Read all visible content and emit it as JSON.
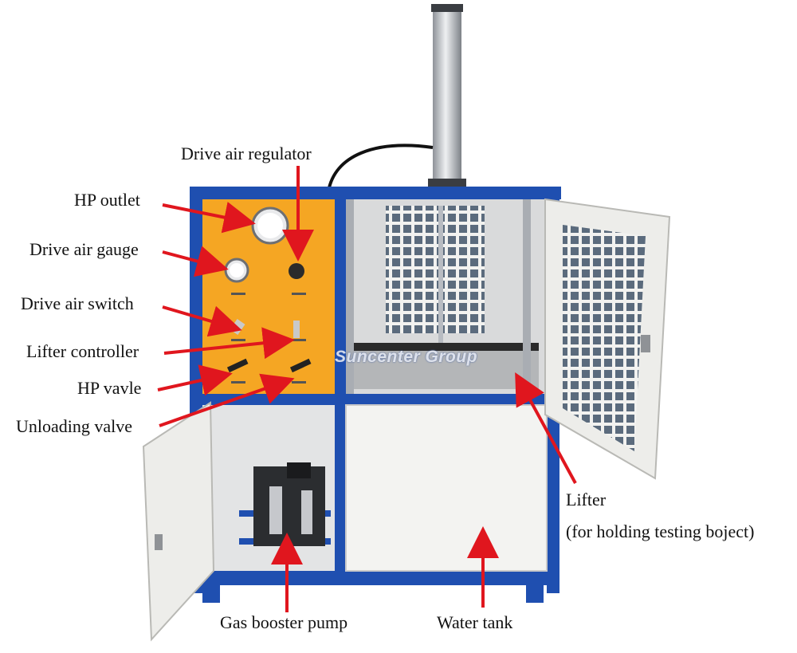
{
  "labels": {
    "drive_air_regulator": "Drive air regulator",
    "hp_outlet": "HP outlet",
    "drive_air_gauge": "Drive air gauge",
    "drive_air_switch": "Drive air switch",
    "lifter_controller": "Lifter controller",
    "hp_valve": "HP vavle",
    "unloading_valve": "Unloading valve",
    "lifter": "Lifter",
    "lifter_note": "(for holding testing boject)",
    "gas_booster_pump": "Gas booster pump",
    "water_tank": "Water tank"
  },
  "watermark": "Suncenter Group",
  "colors": {
    "frame_blue": "#1f4fb0",
    "panel_orange": "#f5a623",
    "arrow_red": "#e0161e",
    "door_white": "#ededea",
    "cylinder_silver": "#c9ccd1"
  }
}
